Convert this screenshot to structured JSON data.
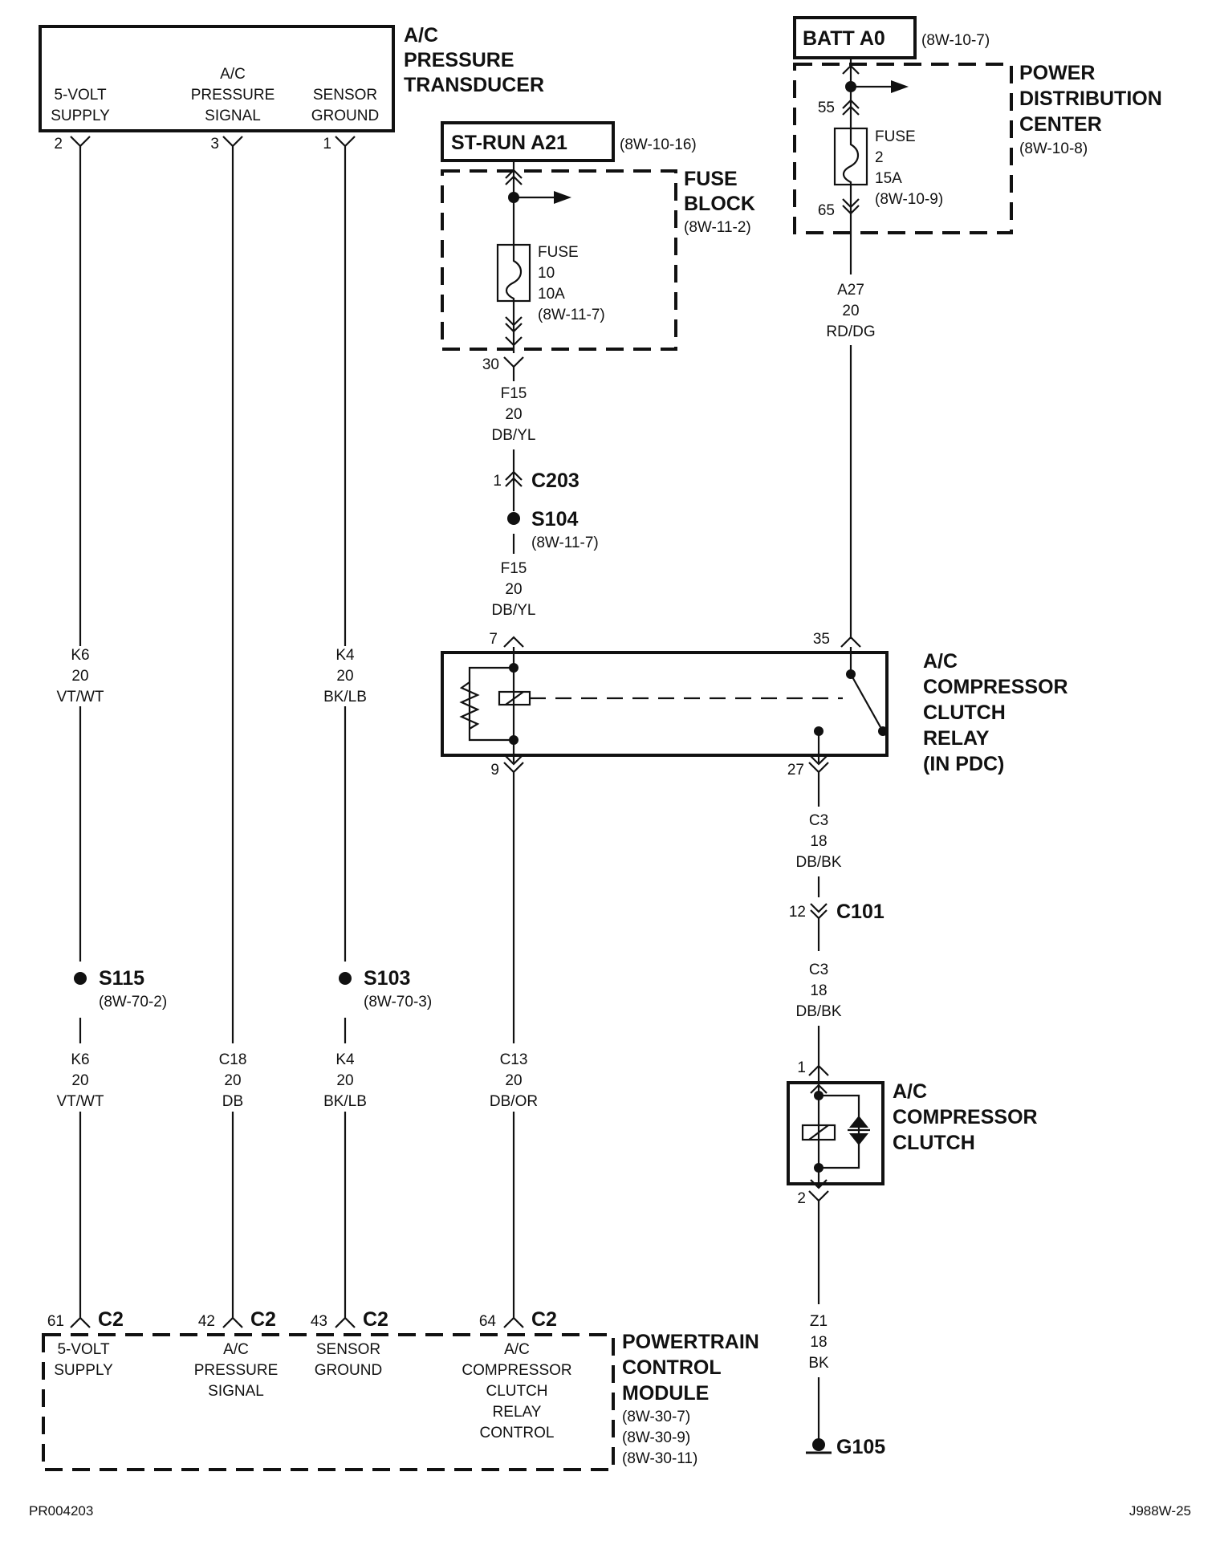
{
  "transducer": {
    "title": [
      "A/C",
      "PRESSURE",
      "TRANSDUCER"
    ],
    "pins": [
      {
        "num": "2",
        "label": [
          "5-VOLT",
          "SUPPLY"
        ]
      },
      {
        "num": "3",
        "label": [
          "A/C",
          "PRESSURE",
          "SIGNAL"
        ]
      },
      {
        "num": "1",
        "label": [
          "SENSOR",
          "GROUND"
        ]
      }
    ]
  },
  "batt": {
    "label": "BATT A0",
    "ref": "(8W-10-7)"
  },
  "pdc": {
    "title": [
      "POWER",
      "DISTRIBUTION",
      "CENTER"
    ],
    "ref": "(8W-10-8)",
    "pin_top": "55",
    "pin_bottom": "65",
    "fuse": [
      "FUSE",
      "2",
      "15A",
      "(8W-10-9)"
    ]
  },
  "strun": {
    "label": "ST-RUN A21",
    "ref": "(8W-10-16)"
  },
  "fuse_block": {
    "title": [
      "FUSE",
      "BLOCK"
    ],
    "ref": "(8W-11-2)",
    "fuse": [
      "FUSE",
      "10",
      "10A",
      "(8W-11-7)"
    ],
    "pin_out": "30"
  },
  "wires": {
    "k6_upper": [
      "K6",
      "20",
      "VT/WT"
    ],
    "k4_upper": [
      "K4",
      "20",
      "BK/LB"
    ],
    "f15_upper": [
      "F15",
      "20",
      "DB/YL"
    ],
    "f15_lower": [
      "F15",
      "20",
      "DB/YL"
    ],
    "a27": [
      "A27",
      "20",
      "RD/DG"
    ],
    "c3_upper": [
      "C3",
      "18",
      "DB/BK"
    ],
    "c3_lower": [
      "C3",
      "18",
      "DB/BK"
    ],
    "k6_lower": [
      "K6",
      "20",
      "VT/WT"
    ],
    "c18": [
      "C18",
      "20",
      "DB"
    ],
    "k4_lower": [
      "K4",
      "20",
      "BK/LB"
    ],
    "c13": [
      "C13",
      "20",
      "DB/OR"
    ],
    "z1": [
      "Z1",
      "18",
      "BK"
    ]
  },
  "connectors": {
    "c203": {
      "pin": "1",
      "name": "C203"
    },
    "c101": {
      "pin": "12",
      "name": "C101"
    }
  },
  "splices": {
    "s104": {
      "name": "S104",
      "ref": "(8W-11-7)"
    },
    "s115": {
      "name": "S115",
      "ref": "(8W-70-2)"
    },
    "s103": {
      "name": "S103",
      "ref": "(8W-70-3)"
    }
  },
  "relay": {
    "title": [
      "A/C",
      "COMPRESSOR",
      "CLUTCH",
      "RELAY",
      "(IN PDC)"
    ],
    "pins": {
      "top_left": "7",
      "top_right": "35",
      "bottom_left": "9",
      "bottom_right": "27"
    }
  },
  "clutch": {
    "title": [
      "A/C",
      "COMPRESSOR",
      "CLUTCH"
    ],
    "pin_top": "1",
    "pin_bottom": "2"
  },
  "ground": {
    "name": "G105"
  },
  "pcm": {
    "title": [
      "POWERTRAIN",
      "CONTROL",
      "MODULE"
    ],
    "refs": [
      "(8W-30-7)",
      "(8W-30-9)",
      "(8W-30-11)"
    ],
    "connector": "C2",
    "pins": [
      {
        "num": "61",
        "label": [
          "5-VOLT",
          "SUPPLY"
        ]
      },
      {
        "num": "42",
        "label": [
          "A/C",
          "PRESSURE",
          "SIGNAL"
        ]
      },
      {
        "num": "43",
        "label": [
          "SENSOR",
          "GROUND"
        ]
      },
      {
        "num": "64",
        "label": [
          "A/C",
          "COMPRESSOR",
          "CLUTCH",
          "RELAY",
          "CONTROL"
        ]
      }
    ]
  },
  "footer": {
    "left": "PR004203",
    "right": "J988W-25"
  }
}
